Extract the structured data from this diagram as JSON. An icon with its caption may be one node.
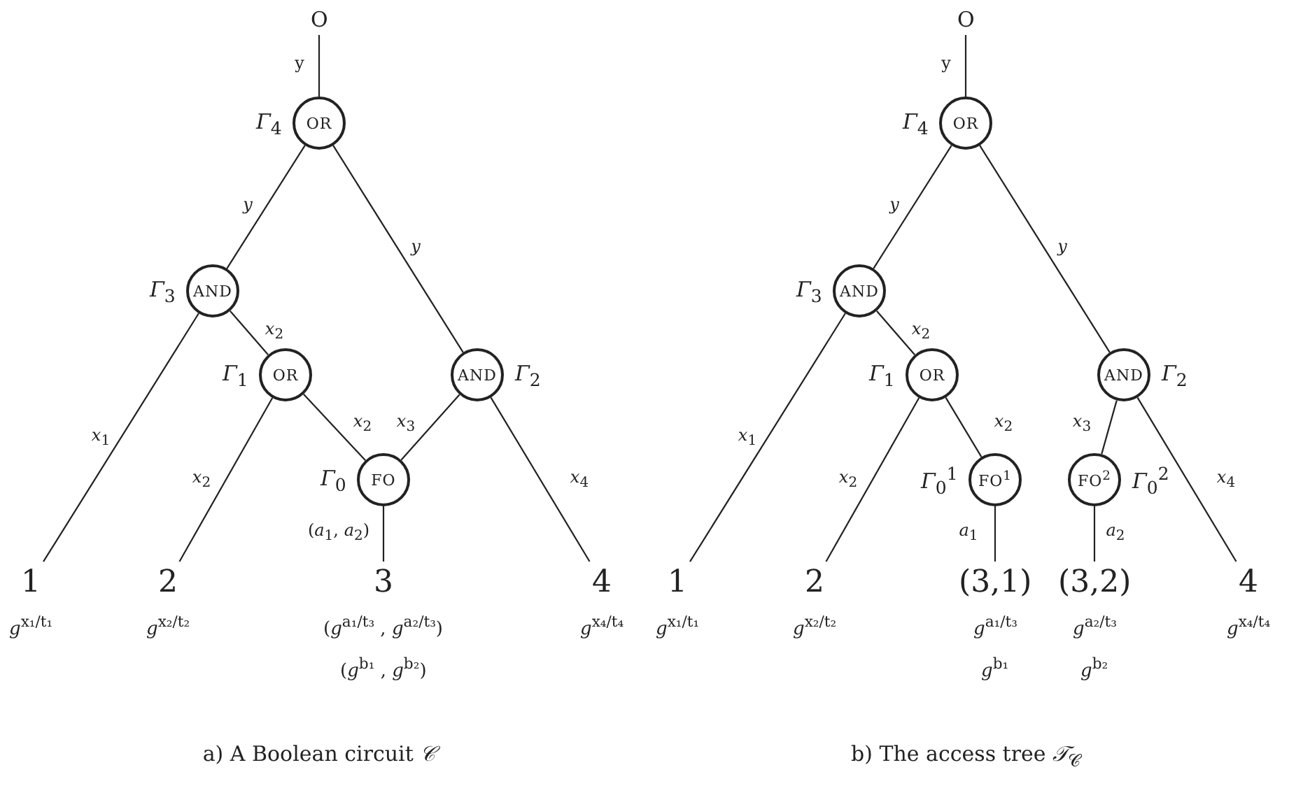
{
  "diagram": {
    "nodes": [
      {
        "text": [
          "O"
        ]
      },
      {
        "text": [
          "OR"
        ],
        "beside": [
          "*Γ*$_{4}$"
        ]
      },
      {
        "text": [
          "AND"
        ],
        "beside": [
          "*Γ*$_{3}$"
        ]
      },
      {
        "text": [
          "OR"
        ],
        "beside": [
          "*Γ*$_{1}$"
        ]
      },
      {
        "text": [
          "AND"
        ],
        "beside": [
          "*Γ*$_{2}$"
        ]
      },
      {
        "text": [
          "FO"
        ],
        "beside": [
          "*Γ*$_{0}$"
        ]
      },
      {
        "text": [
          "1"
        ],
        "beside": [
          "*g*$^{x₁/t₁}$"
        ]
      },
      {
        "text": [
          "2"
        ],
        "beside": [
          "*g*$^{x₂/t₂}$"
        ]
      },
      {
        "text": [
          "3"
        ],
        "beside": [
          "(*g*$^{a₁/t₃}$ , *g*$^{a₂/t₃}$)",
          "(*g*$^{b₁}$ , *g*$^{b₂}$)"
        ]
      },
      {
        "text": [
          "4"
        ],
        "beside": [
          "*g*$^{x₄/t₄}$"
        ]
      },
      {
        "text": [
          "O"
        ]
      },
      {
        "text": [
          "OR"
        ],
        "beside": [
          "*Γ*$_{4}$"
        ]
      },
      {
        "text": [
          "AND"
        ],
        "beside": [
          "*Γ*$_{3}$"
        ]
      },
      {
        "text": [
          "OR"
        ],
        "beside": [
          "*Γ*$_{1}$"
        ]
      },
      {
        "text": [
          "AND"
        ],
        "beside": [
          "*Γ*$_{2}$"
        ]
      },
      {
        "text": [
          "FO$^{1}$"
        ],
        "beside": [
          "*Γ*$_{0}$$^{1}$"
        ]
      },
      {
        "text": [
          "FO$^{2}$"
        ],
        "beside": [
          "*Γ*$_{0}$$^{2}$"
        ]
      },
      {
        "text": [
          "1"
        ],
        "beside": [
          "*g*$^{x₁/t₁}$"
        ]
      },
      {
        "text": [
          "2"
        ],
        "beside": [
          "*g*$^{x₂/t₂}$"
        ]
      },
      {
        "text": [
          "(3,1)"
        ],
        "beside": [
          "*g*$^{a₁/t₃}$",
          "*g*$^{b₁}$"
        ]
      },
      {
        "text": [
          "(3,2)"
        ],
        "beside": [
          "*g*$^{a₂/t₃}$",
          "*g*$^{b₂}$"
        ]
      },
      {
        "text": [
          "4"
        ],
        "beside": [
          "*g*$^{x₄/t₄}$"
        ]
      }
    ],
    "edges": [
      {
        "from": 0,
        "to": 1,
        "arrow": "none",
        "label": "y"
      },
      {
        "from": 1,
        "to": 2,
        "arrow": "none",
        "label": "*y*"
      },
      {
        "from": 1,
        "to": 4,
        "arrow": "none",
        "label": "*y*"
      },
      {
        "from": 2,
        "to": 6,
        "arrow": "none",
        "label": "*x*$_{1}$"
      },
      {
        "from": 2,
        "to": 3,
        "arrow": "none",
        "label": "*x*$_{2}$"
      },
      {
        "from": 3,
        "to": 7,
        "arrow": "none",
        "label": "*x*$_{2}$"
      },
      {
        "from": 3,
        "to": 5,
        "arrow": "none",
        "label": "*x*$_{2}$"
      },
      {
        "from": 4,
        "to": 5,
        "arrow": "none",
        "label": "*x*$_{3}$"
      },
      {
        "from": 4,
        "to": 9,
        "arrow": "none",
        "label": "*x*$_{4}$"
      },
      {
        "from": 5,
        "to": 8,
        "arrow": "none",
        "label": "(*a*$_{1}$, *a*$_{2}$)"
      },
      {
        "from": 10,
        "to": 11,
        "arrow": "none",
        "label": "y"
      },
      {
        "from": 11,
        "to": 12,
        "arrow": "none",
        "label": "*y*"
      },
      {
        "from": 11,
        "to": 14,
        "arrow": "none",
        "label": "*y*"
      },
      {
        "from": 12,
        "to": 17,
        "arrow": "none",
        "label": "*x*$_{1}$"
      },
      {
        "from": 12,
        "to": 13,
        "arrow": "none",
        "label": "*x*$_{2}$"
      },
      {
        "from": 13,
        "to": 18,
        "arrow": "none",
        "label": "*x*$_{2}$"
      },
      {
        "from": 13,
        "to": 15,
        "arrow": "none",
        "label": "*x*$_{2}$"
      },
      {
        "from": 14,
        "to": 16,
        "arrow": "none",
        "label": "*x*$_{3}$"
      },
      {
        "from": 14,
        "to": 21,
        "arrow": "none",
        "label": "*x*$_{4}$"
      },
      {
        "from": 15,
        "to": 19,
        "arrow": "none",
        "label": "*a*$_{1}$"
      },
      {
        "from": 16,
        "to": 20,
        "arrow": "none",
        "label": "*a*$_{2}$"
      }
    ],
    "labels": [
      "a) A Boolean circuit *𝒞*",
      "b) The access tree *𝒯*$_{𝒞}$"
    ]
  }
}
